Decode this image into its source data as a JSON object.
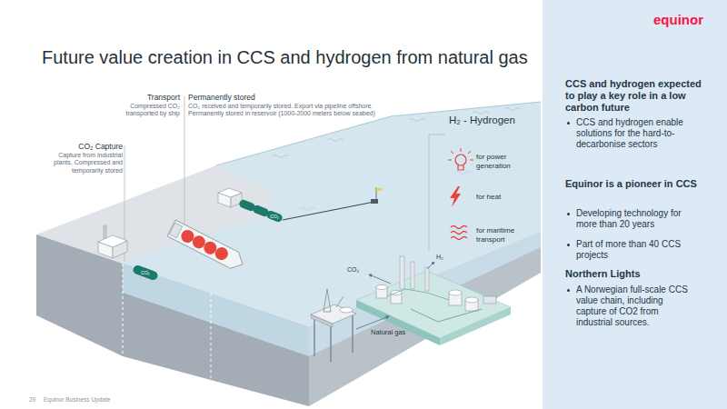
{
  "diagram": {
    "title": "Future value creation in CCS and hydrogen from natural gas",
    "nodes": [
      {
        "text": [
          "CCS and hydrogen expected to play a key role in a low carbon future",
          "CCS and hydrogen enable solutions for the hard-to-decarbonise sectors",
          "Equinor is a pioneer in CCS",
          "Developing technology for more than 20 years",
          "Part of more than 40 CCS projects",
          "Northern Lights",
          "A Norwegian full-scale CCS value chain, including capture of CO2 from industrial sources."
        ]
      }
    ],
    "labels": [
      "Transport",
      "Compressed CO₂ transported by ship",
      "Permanently stored",
      "CO₂ received and temporarily stored. Export via pipeline offshore. Permanently stored in reservoir (1000-2000 meters below seabed)",
      "CO₂ Capture",
      "Capture from industrial plants. Compressed and temporarily stored",
      "CO₂",
      "CO₂",
      "H₂ - Hydrogen",
      "for power generation",
      "for heat",
      "for maritime transport",
      "CO₂",
      "H₂",
      "Natural gas",
      "equinor",
      "29",
      "Equinor Business Update"
    ]
  }
}
